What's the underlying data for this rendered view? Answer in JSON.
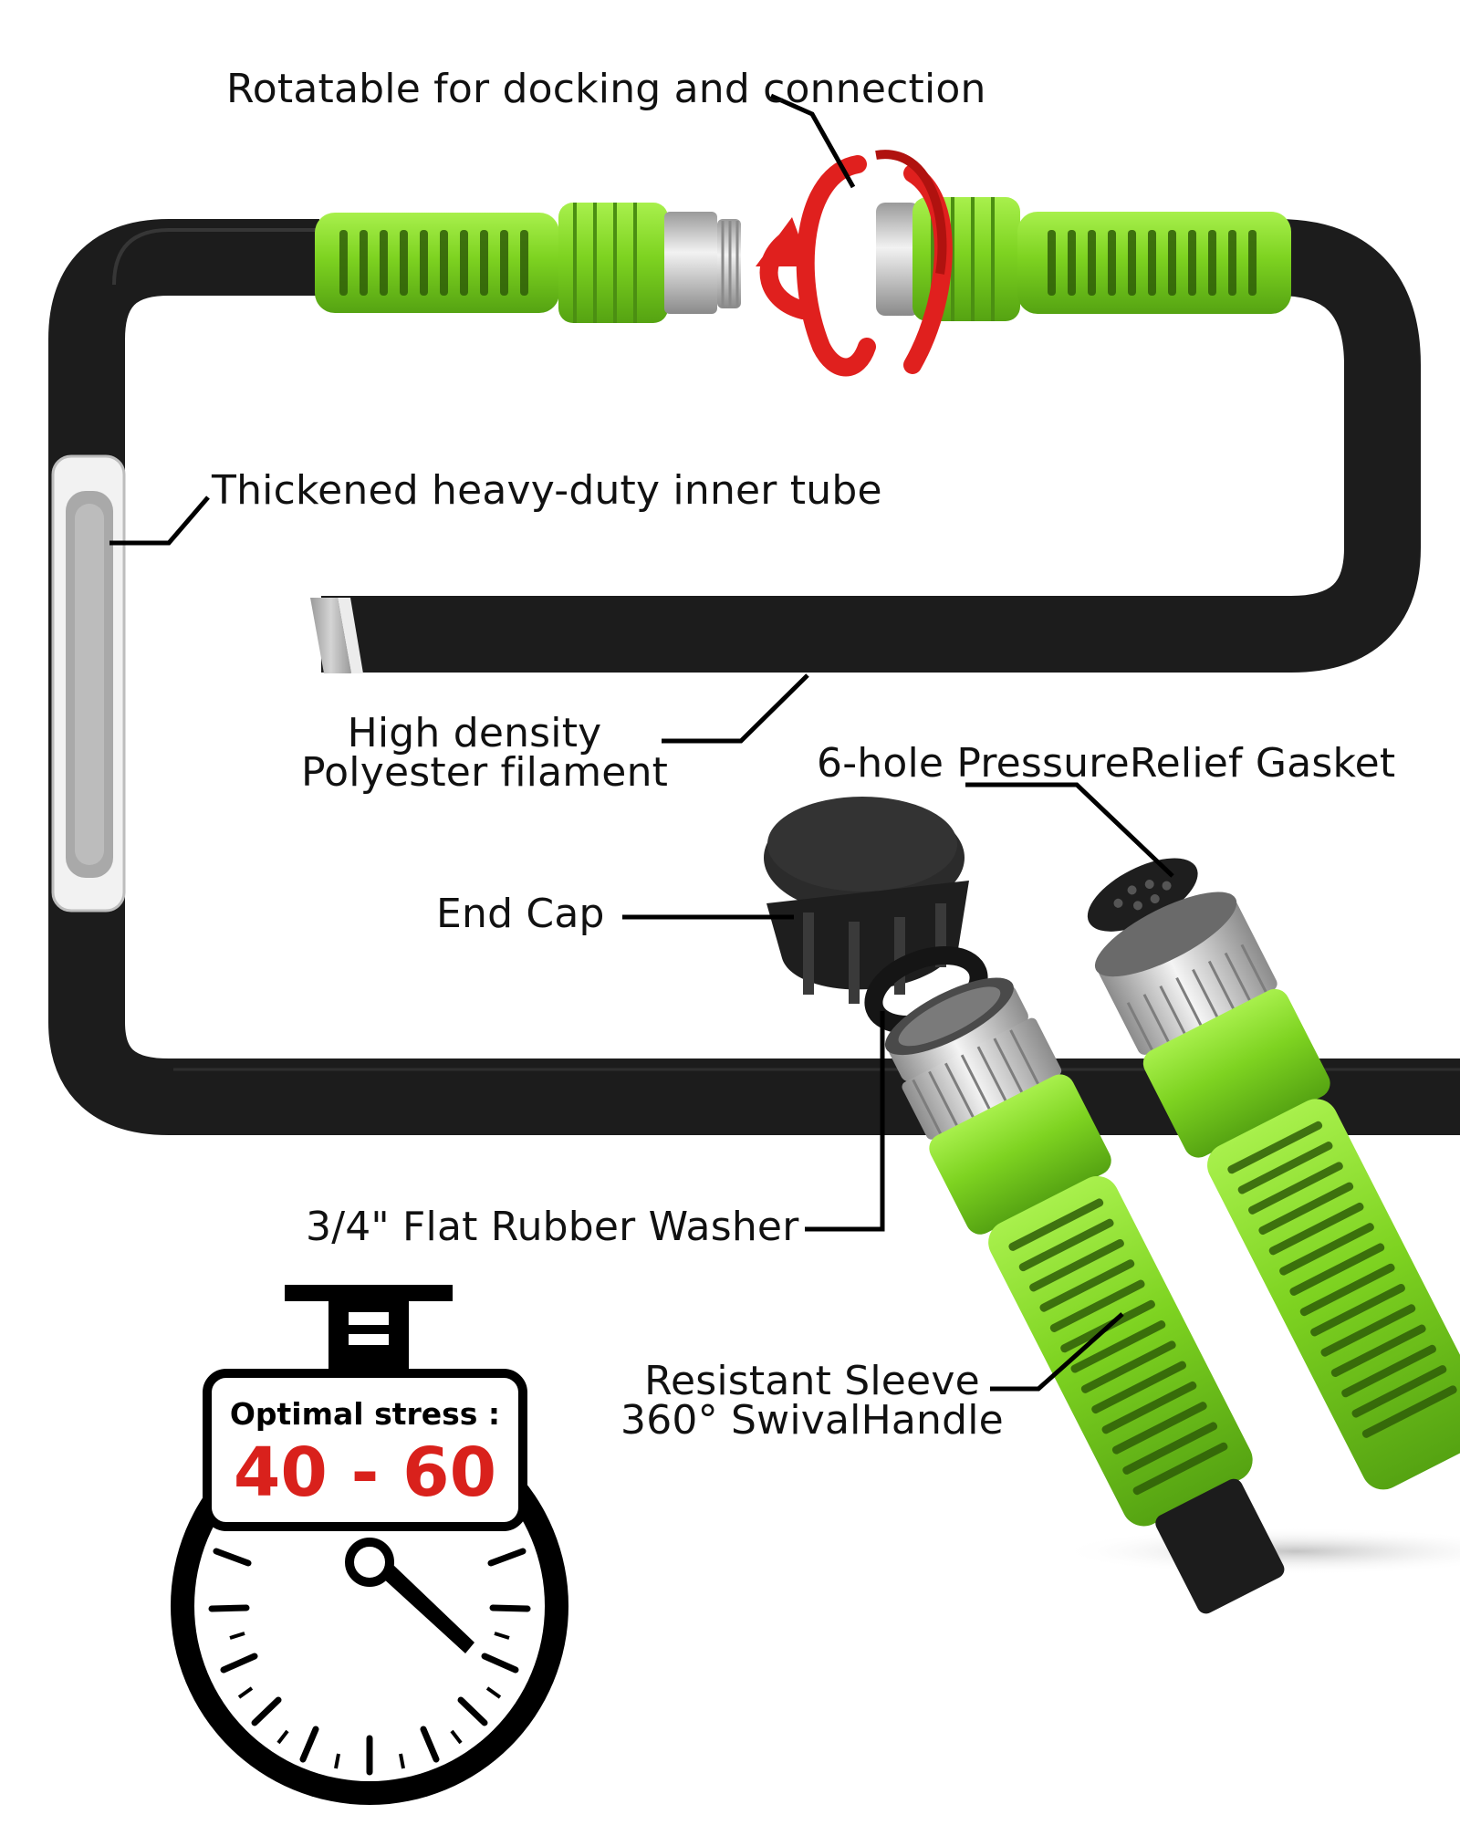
{
  "labels": {
    "rotatable": "Rotatable for docking and connection",
    "inner_tube": "Thickened heavy-duty inner tube",
    "filament_line1": "High density",
    "filament_line2": "Polyester filament",
    "gasket": "6-hole PressureRelief Gasket",
    "end_cap": "End Cap",
    "washer": "3/4\" Flat Rubber Washer",
    "sleeve_line1": "Resistant Sleeve",
    "sleeve_line2": "360° SwivalHandle"
  },
  "stress_gauge": {
    "title": "Optimal stress :",
    "value": "40 - 60"
  },
  "colors": {
    "hose": "#1c1c1c",
    "connector_green": "#7ed321",
    "metal": "#c8c8c8",
    "rotation_arrow": "#e0201e",
    "stress_value": "#d9211c",
    "text": "#111111"
  }
}
